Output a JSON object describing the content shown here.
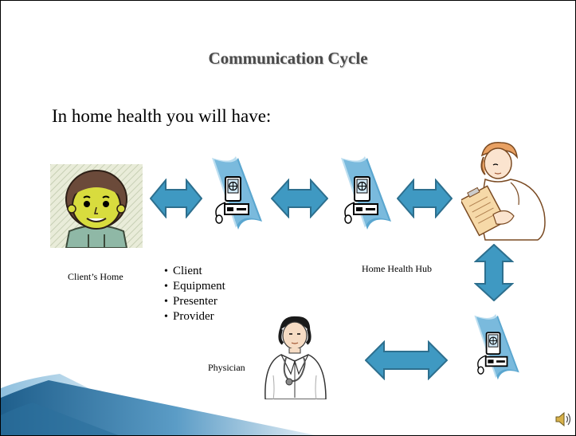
{
  "slide": {
    "title": "Communication Cycle",
    "subtitle": "In home health you will have:"
  },
  "labels": {
    "client_home": "Client’s Home",
    "hub": "Home Health Hub",
    "physician": "Physician"
  },
  "bullets": [
    "Client",
    "Equipment",
    "Presenter",
    "Provider"
  ],
  "colors": {
    "arrow_fill": "#3f99c2",
    "arrow_stroke": "#2d6f8e",
    "banner_blue": "#2c6f9c",
    "face": "#d8dc3e"
  },
  "icons": [
    "client-face-icon",
    "computer-icon",
    "nurse-icon",
    "physician-icon",
    "speaker-icon"
  ]
}
